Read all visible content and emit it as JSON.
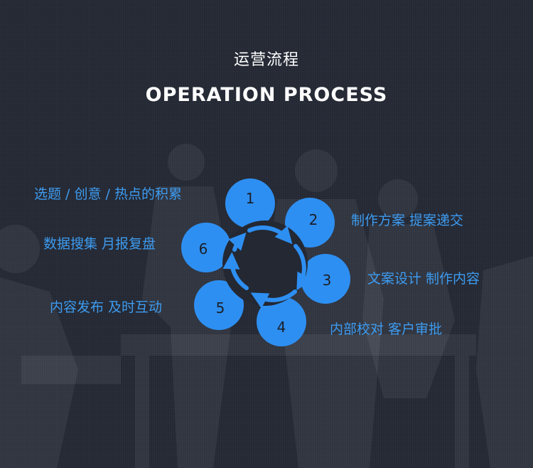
{
  "title_cn": "运营流程",
  "title_en": "OPERATION PROCESS",
  "colors": {
    "background": "#232833",
    "accent": "#2e8ff2",
    "label": "#3d9bf0",
    "arrow": "#2e8ff2"
  },
  "steps": [
    {
      "number": "1",
      "label": "选题 / 创意 / 热点的积累"
    },
    {
      "number": "2",
      "label": "制作方案  提案递交"
    },
    {
      "number": "3",
      "label": "文案设计  制作内容"
    },
    {
      "number": "4",
      "label": "内部校对  客户审批"
    },
    {
      "number": "5",
      "label": "内容发布  及时互动"
    },
    {
      "number": "6",
      "label": "数据搜集  月报复盘"
    }
  ]
}
